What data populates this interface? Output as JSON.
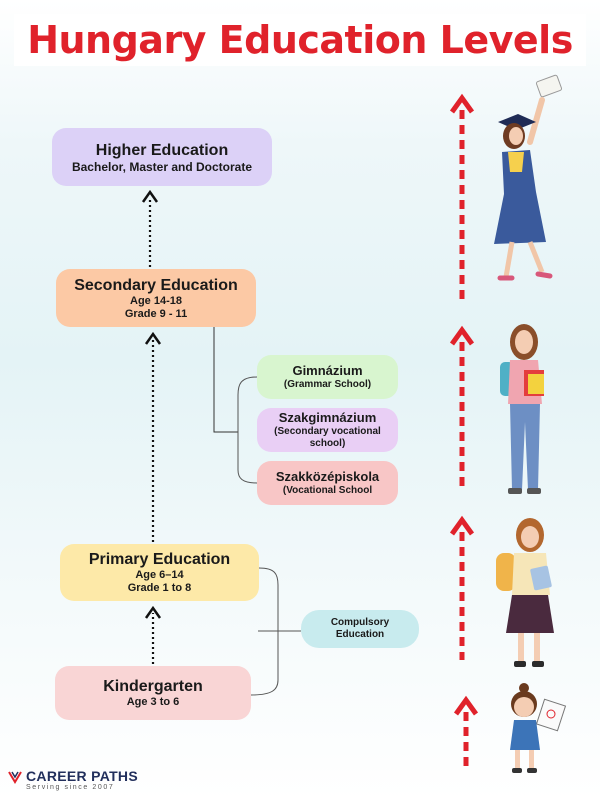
{
  "title": "Hungary Education Levels",
  "levels": {
    "higher": {
      "name": "Higher Education",
      "detail": "Bachelor, Master and Doctorate"
    },
    "secondary": {
      "name": "Secondary Education",
      "age": "Age 14-18",
      "grade": "Grade 9 - 11"
    },
    "primary": {
      "name": "Primary Education",
      "age": "Age 6–14",
      "grade": "Grade 1 to 8"
    },
    "kindergarten": {
      "name": "Kindergarten",
      "age": "Age 3 to 6"
    }
  },
  "secondary_tracks": [
    {
      "name": "Gimnázium",
      "desc": "(Grammar School)"
    },
    {
      "name": "Szakgimnázium",
      "desc": "(Secondary vocational school)"
    },
    {
      "name": "Szakközépiskola",
      "desc": "(Vocational School"
    }
  ],
  "compulsory": {
    "line1": "Compulsory",
    "line2": "Education"
  },
  "logo": {
    "main": "CAREER PATHS",
    "sub": "Serving since 2007"
  },
  "colors": {
    "title": "#e0222b",
    "higher": "#dcd1f7",
    "secondary": "#fcc9a5",
    "gimnazium": "#d8f5cf",
    "szakgimnazium": "#e9cff5",
    "szakkozepiskola": "#f8c6c6",
    "primary": "#fde9a8",
    "kindergarten": "#f9d5d5",
    "compulsory": "#c8ebee",
    "arrows": "#e0222b"
  },
  "icons": [
    "graduate-figure",
    "student-figure",
    "schoolgirl-figure",
    "child-figure"
  ]
}
